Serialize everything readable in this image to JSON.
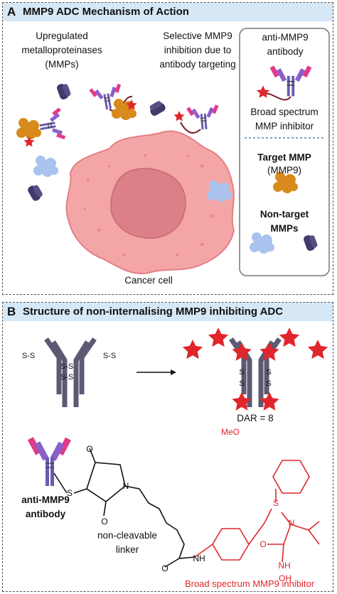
{
  "panel_a": {
    "letter": "A",
    "title": "MMP9 ADC Mechanism of Action",
    "upregulated_label": "Upregulated metalloproteinases (MMPs)",
    "selective_label": "Selective MMP9 inhibition due to antibody targeting",
    "cancer_cell_label": "Cancer cell",
    "legend": {
      "antibody_label": "anti-MMP9 antibody",
      "inhibitor_label": "Broad spectrum MMP inhibitor",
      "target_title": "Target MMP",
      "target_sub": "(MMP9)",
      "nontarget_title": "Non-target MMPs"
    }
  },
  "panel_b": {
    "letter": "B",
    "title": "Structure of non-internalising MMP9 inhibiting ADC",
    "dar_label": "DAR = 8",
    "antibody_label": "anti-MMP9 antibody",
    "linker_label": "non-cleavable linker",
    "inhibitor_label": "Broad spectrum MMP9 inhibitor",
    "atoms": {
      "s": "S",
      "n": "N",
      "nh": "NH",
      "oh": "OH",
      "o": "O",
      "meo": "MeO"
    }
  },
  "colors": {
    "header_bg": "#d6e7f5",
    "cell": "#f4a6a6",
    "nucleus": "#dc7f86",
    "target_mmp": "#d88a1c",
    "nontarget_blue": "#a9c3ee",
    "nontarget_dark": "#403b6b",
    "inhibitor_red": "#e0262c",
    "antibody_purple": "#5b4fa3"
  }
}
